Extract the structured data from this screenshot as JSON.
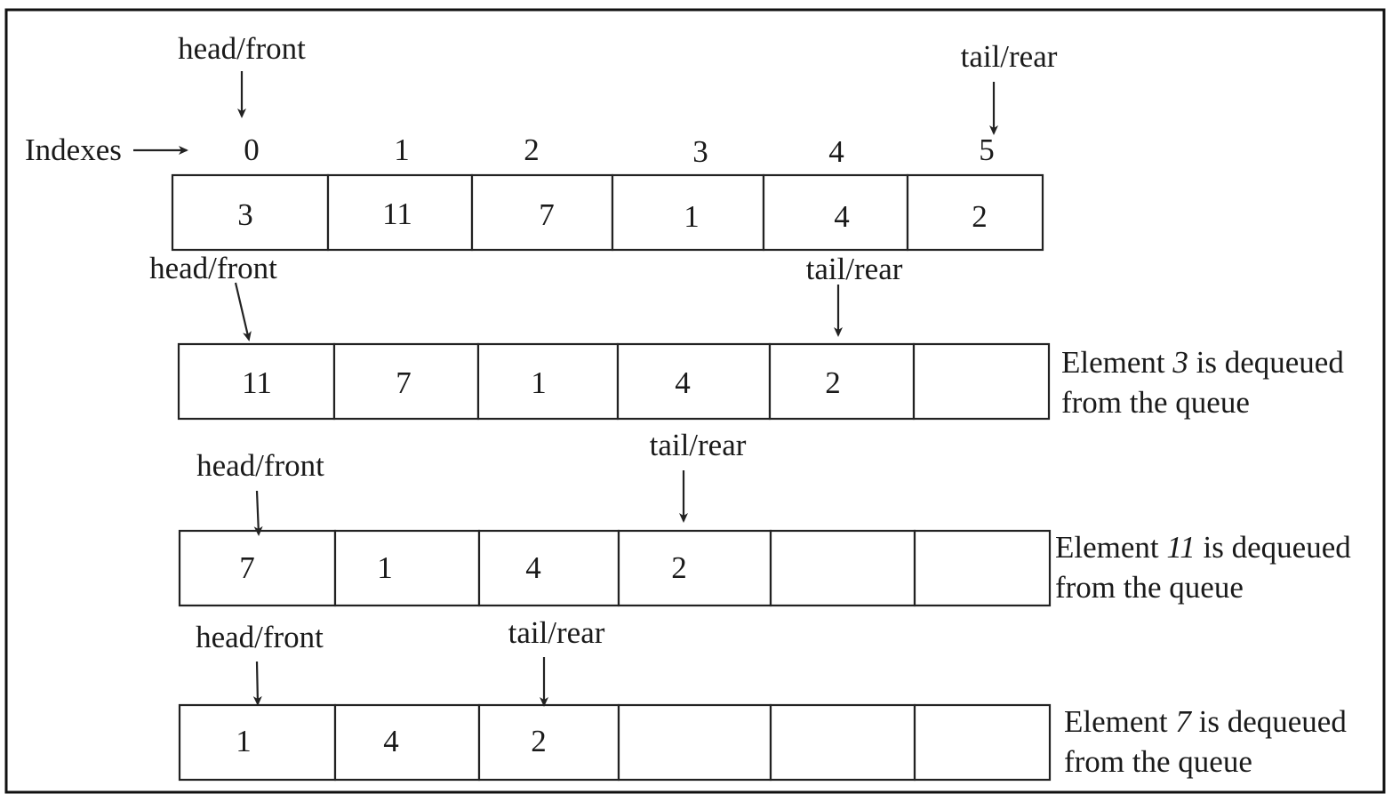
{
  "title": "",
  "index_label": "Indexes",
  "indexes": [
    "0",
    "1",
    "2",
    "3",
    "4",
    "5"
  ],
  "pointer_labels": {
    "head": "head/front",
    "tail": "tail/rear"
  },
  "rows": [
    {
      "cells": [
        "3",
        "11",
        "7",
        "1",
        "4",
        "2"
      ],
      "head_index": 0,
      "tail_index": 5,
      "caption_line1_prefix": "",
      "caption_element": "",
      "caption_line1_suffix": "",
      "caption_line2": ""
    },
    {
      "cells": [
        "11",
        "7",
        "1",
        "4",
        "2",
        ""
      ],
      "head_index": 0,
      "tail_index": 4,
      "caption_line1_prefix": "Element ",
      "caption_element": "3",
      "caption_line1_suffix": " is dequeued",
      "caption_line2": "from the queue"
    },
    {
      "cells": [
        "7",
        "1",
        "4",
        "2",
        "",
        ""
      ],
      "head_index": 0,
      "tail_index": 3,
      "caption_line1_prefix": "Element ",
      "caption_element": "11",
      "caption_line1_suffix": " is dequeued",
      "caption_line2": "from the queue"
    },
    {
      "cells": [
        "1",
        "4",
        "2",
        "",
        "",
        ""
      ],
      "head_index": 0,
      "tail_index": 2,
      "caption_line1_prefix": "Element ",
      "caption_element": "7",
      "caption_line1_suffix": " is dequeued",
      "caption_line2": "from the queue"
    }
  ]
}
